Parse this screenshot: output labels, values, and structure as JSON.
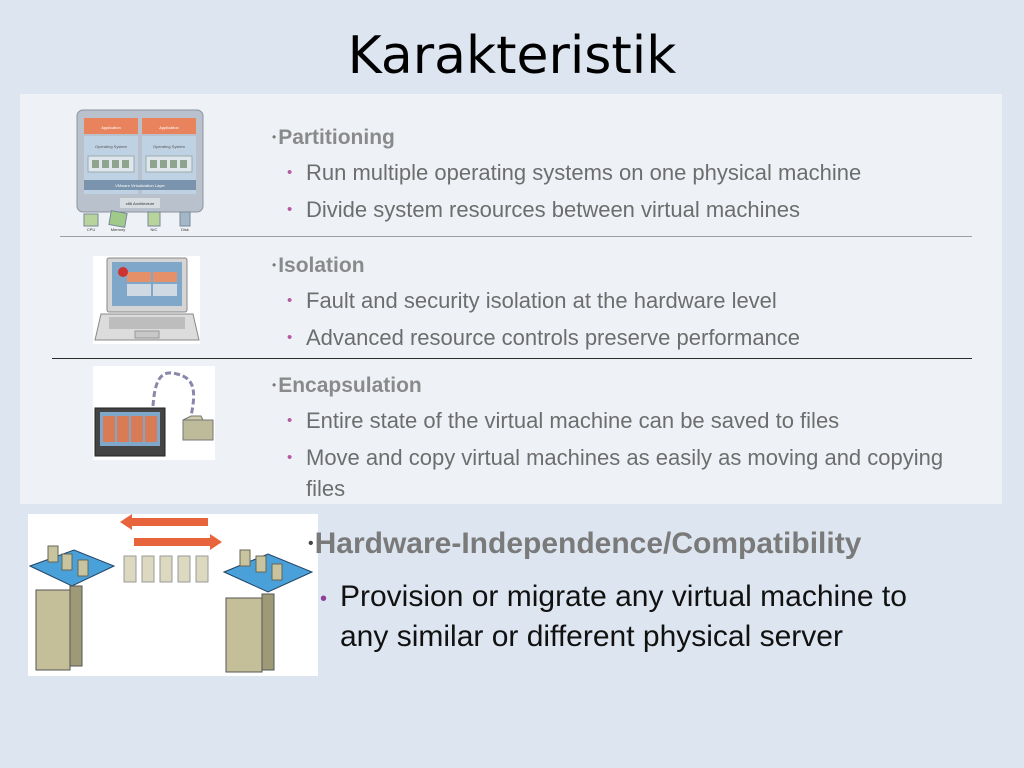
{
  "slide": {
    "title": "Karakteristik",
    "sections": [
      {
        "heading": "Partitioning",
        "bullets": [
          "Run multiple operating systems on one physical machine",
          "Divide system resources between virtual machines"
        ],
        "diagram_labels": {
          "app1": "Application",
          "app2": "Application",
          "os1": "Operating System",
          "os2": "Operating System",
          "layer": "VMware Virtualization Layer",
          "arch": "x86 Architecture",
          "cpu": "CPU",
          "memory": "Memory",
          "nic": "NIC",
          "disk": "Disk"
        }
      },
      {
        "heading": "Isolation",
        "bullets": [
          "Fault and security isolation at the hardware level",
          "Advanced resource controls preserve performance"
        ]
      },
      {
        "heading": "Encapsulation",
        "bullets": [
          "Entire state of the virtual machine can be saved to files",
          "Move and copy virtual machines as easily as moving and copying files"
        ]
      }
    ],
    "feature": {
      "heading": "Hardware-Independence/Compatibility",
      "bullet": "Provision or migrate any virtual machine to any similar or different physical server"
    },
    "bullet_glyph": "•",
    "colors": {
      "background": "#dde6f0",
      "panel": "#eef2f7",
      "bullet": "#b85aa0",
      "orange": "#e8643c"
    }
  }
}
